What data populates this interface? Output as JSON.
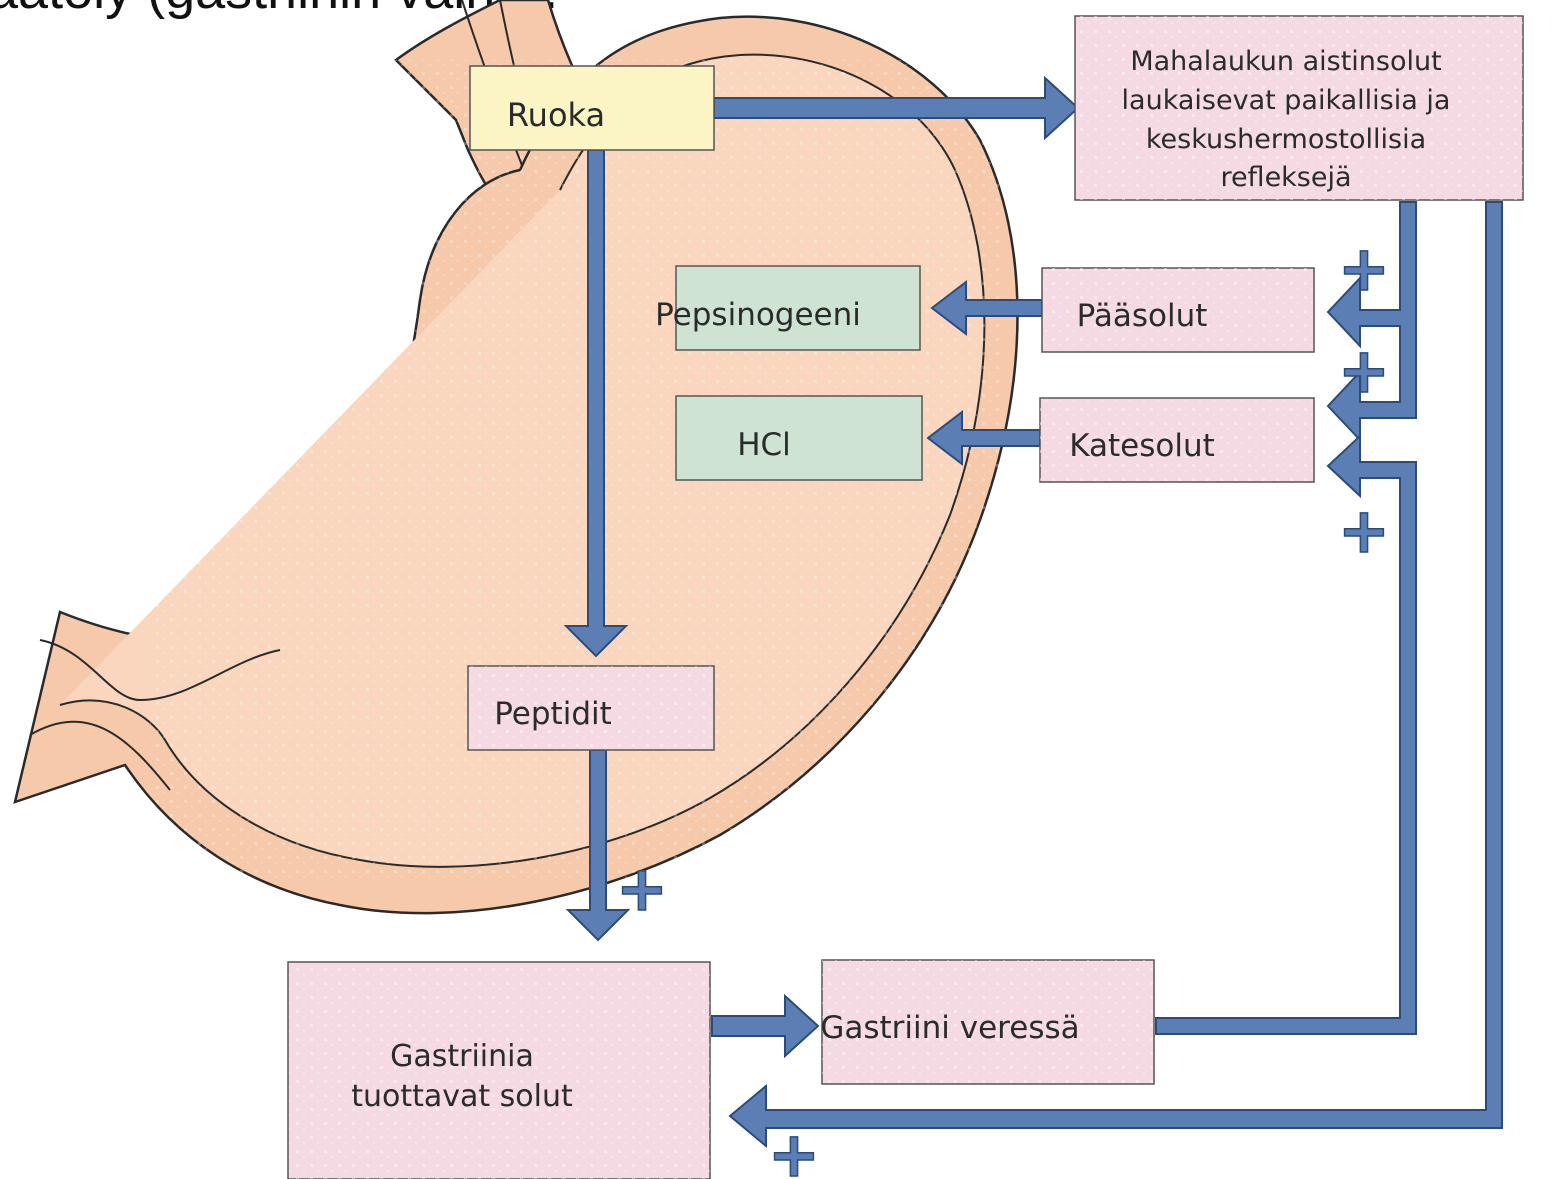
{
  "heading_fragment": "aatoiy (gastriinin vaihe).",
  "labels": {
    "ruoka": "Ruoka",
    "sensory": [
      "Mahalaukun aistinsolut",
      "laukaisevat paikallisia ja",
      "keskushermostollisia",
      "refleksejä"
    ],
    "pepsinogeeni": "Pepsinogeeni",
    "paasolut": "Pääsolut",
    "hcl": "HCl",
    "katesolut": "Katesolut",
    "peptidit": "Peptidit",
    "gastrin_cells": [
      "Gastriinia",
      "tuottavat solut"
    ],
    "gastrin_blood": "Gastriini veressä"
  },
  "plus_sign": "+",
  "colors": {
    "stomach_fill": "#f6c9aa",
    "stomach_outline": "#2a2a2a",
    "arrow": "#5b7fb4",
    "arrow_edge": "#2c4a7a",
    "plus": "#5b7fb4",
    "box_yellow": "#fbf5c6",
    "box_green": "#cfe3d3",
    "box_pink": "#f5d9e3",
    "box_border": "#555555"
  }
}
